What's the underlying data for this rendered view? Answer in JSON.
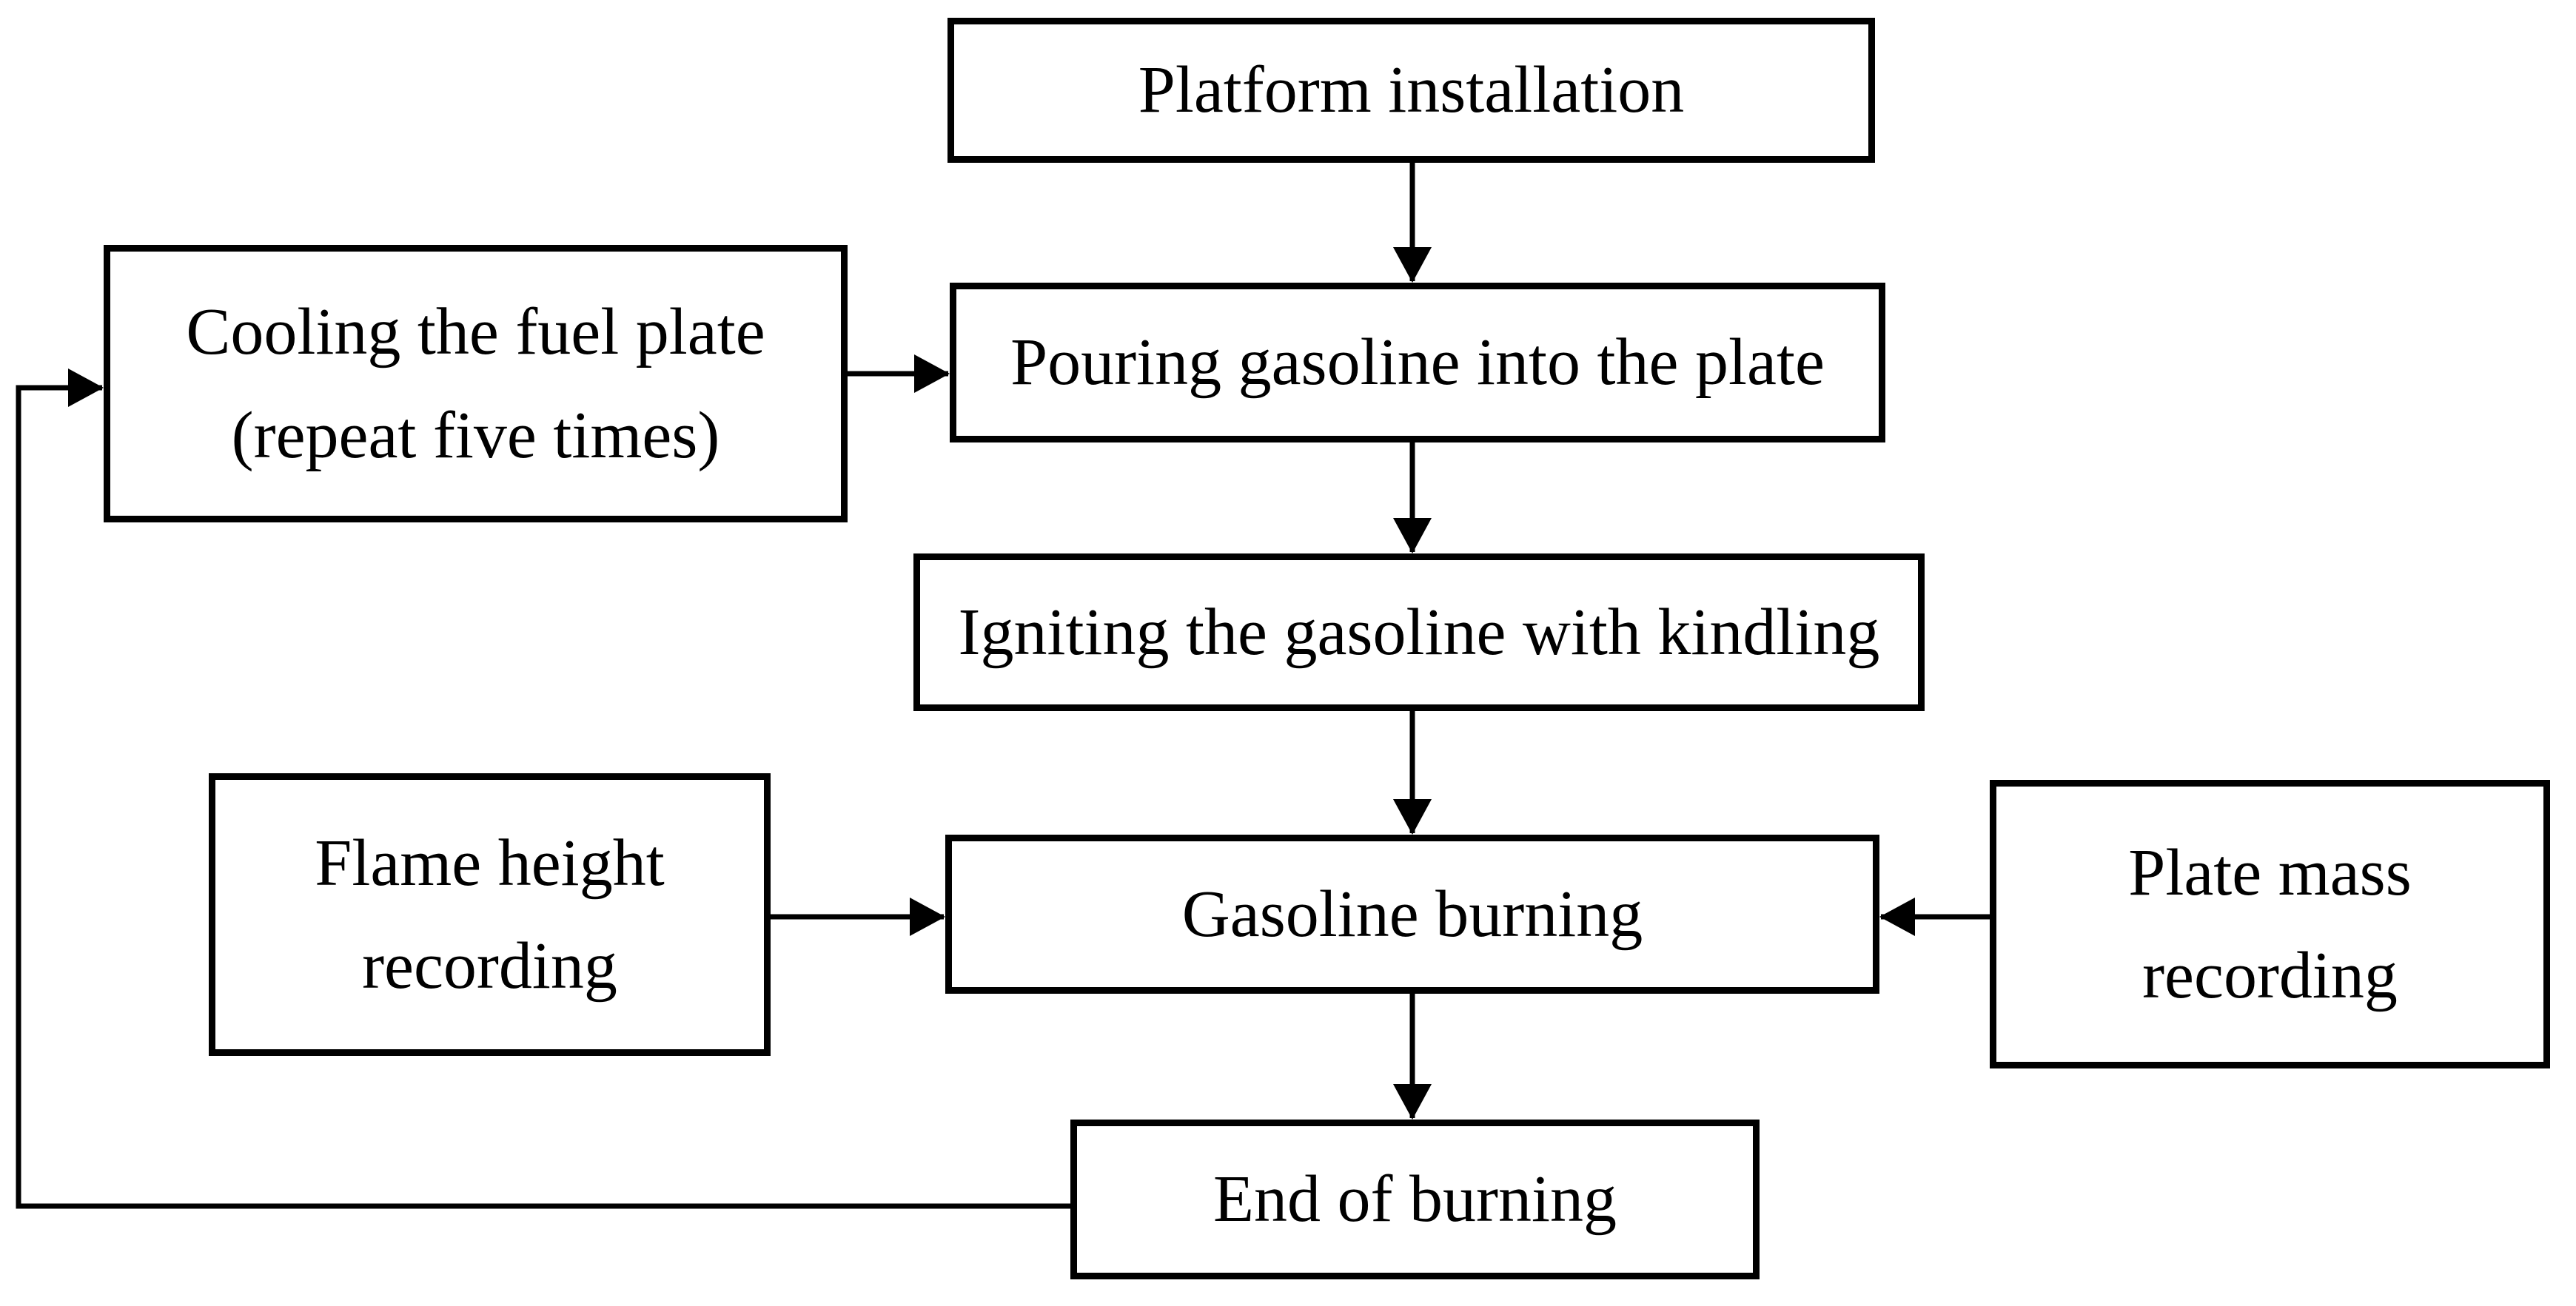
{
  "diagram": {
    "type": "flowchart",
    "background_color": "#ffffff",
    "line_color": "#000000",
    "text_color": "#000000",
    "nodes": {
      "platform": {
        "id": "platform-installation",
        "label": "Platform installation"
      },
      "cooling": {
        "id": "cooling-fuel-plate",
        "label": "Cooling the fuel plate\n(repeat five times)"
      },
      "pouring": {
        "id": "pouring-gasoline",
        "label": "Pouring gasoline into the plate"
      },
      "igniting": {
        "id": "igniting-gasoline",
        "label": "Igniting the gasoline with kindling"
      },
      "flame": {
        "id": "flame-height-recording",
        "label": "Flame height\nrecording"
      },
      "gasoline": {
        "id": "gasoline-burning",
        "label": "Gasoline burning"
      },
      "plate_mass": {
        "id": "plate-mass-recording",
        "label": "Plate mass\nrecording"
      },
      "end": {
        "id": "end-of-burning",
        "label": "End of burning"
      }
    },
    "edges": [
      {
        "from": "platform-installation",
        "to": "pouring-gasoline",
        "style": "arrow-down"
      },
      {
        "from": "cooling-fuel-plate",
        "to": "pouring-gasoline",
        "style": "arrow-right"
      },
      {
        "from": "pouring-gasoline",
        "to": "igniting-gasoline",
        "style": "arrow-down"
      },
      {
        "from": "igniting-gasoline",
        "to": "gasoline-burning",
        "style": "arrow-down"
      },
      {
        "from": "flame-height-recording",
        "to": "gasoline-burning",
        "style": "arrow-right"
      },
      {
        "from": "plate-mass-recording",
        "to": "gasoline-burning",
        "style": "arrow-left"
      },
      {
        "from": "gasoline-burning",
        "to": "end-of-burning",
        "style": "arrow-down"
      },
      {
        "from": "end-of-burning",
        "to": "cooling-fuel-plate",
        "style": "feedback-loop-left"
      }
    ]
  }
}
